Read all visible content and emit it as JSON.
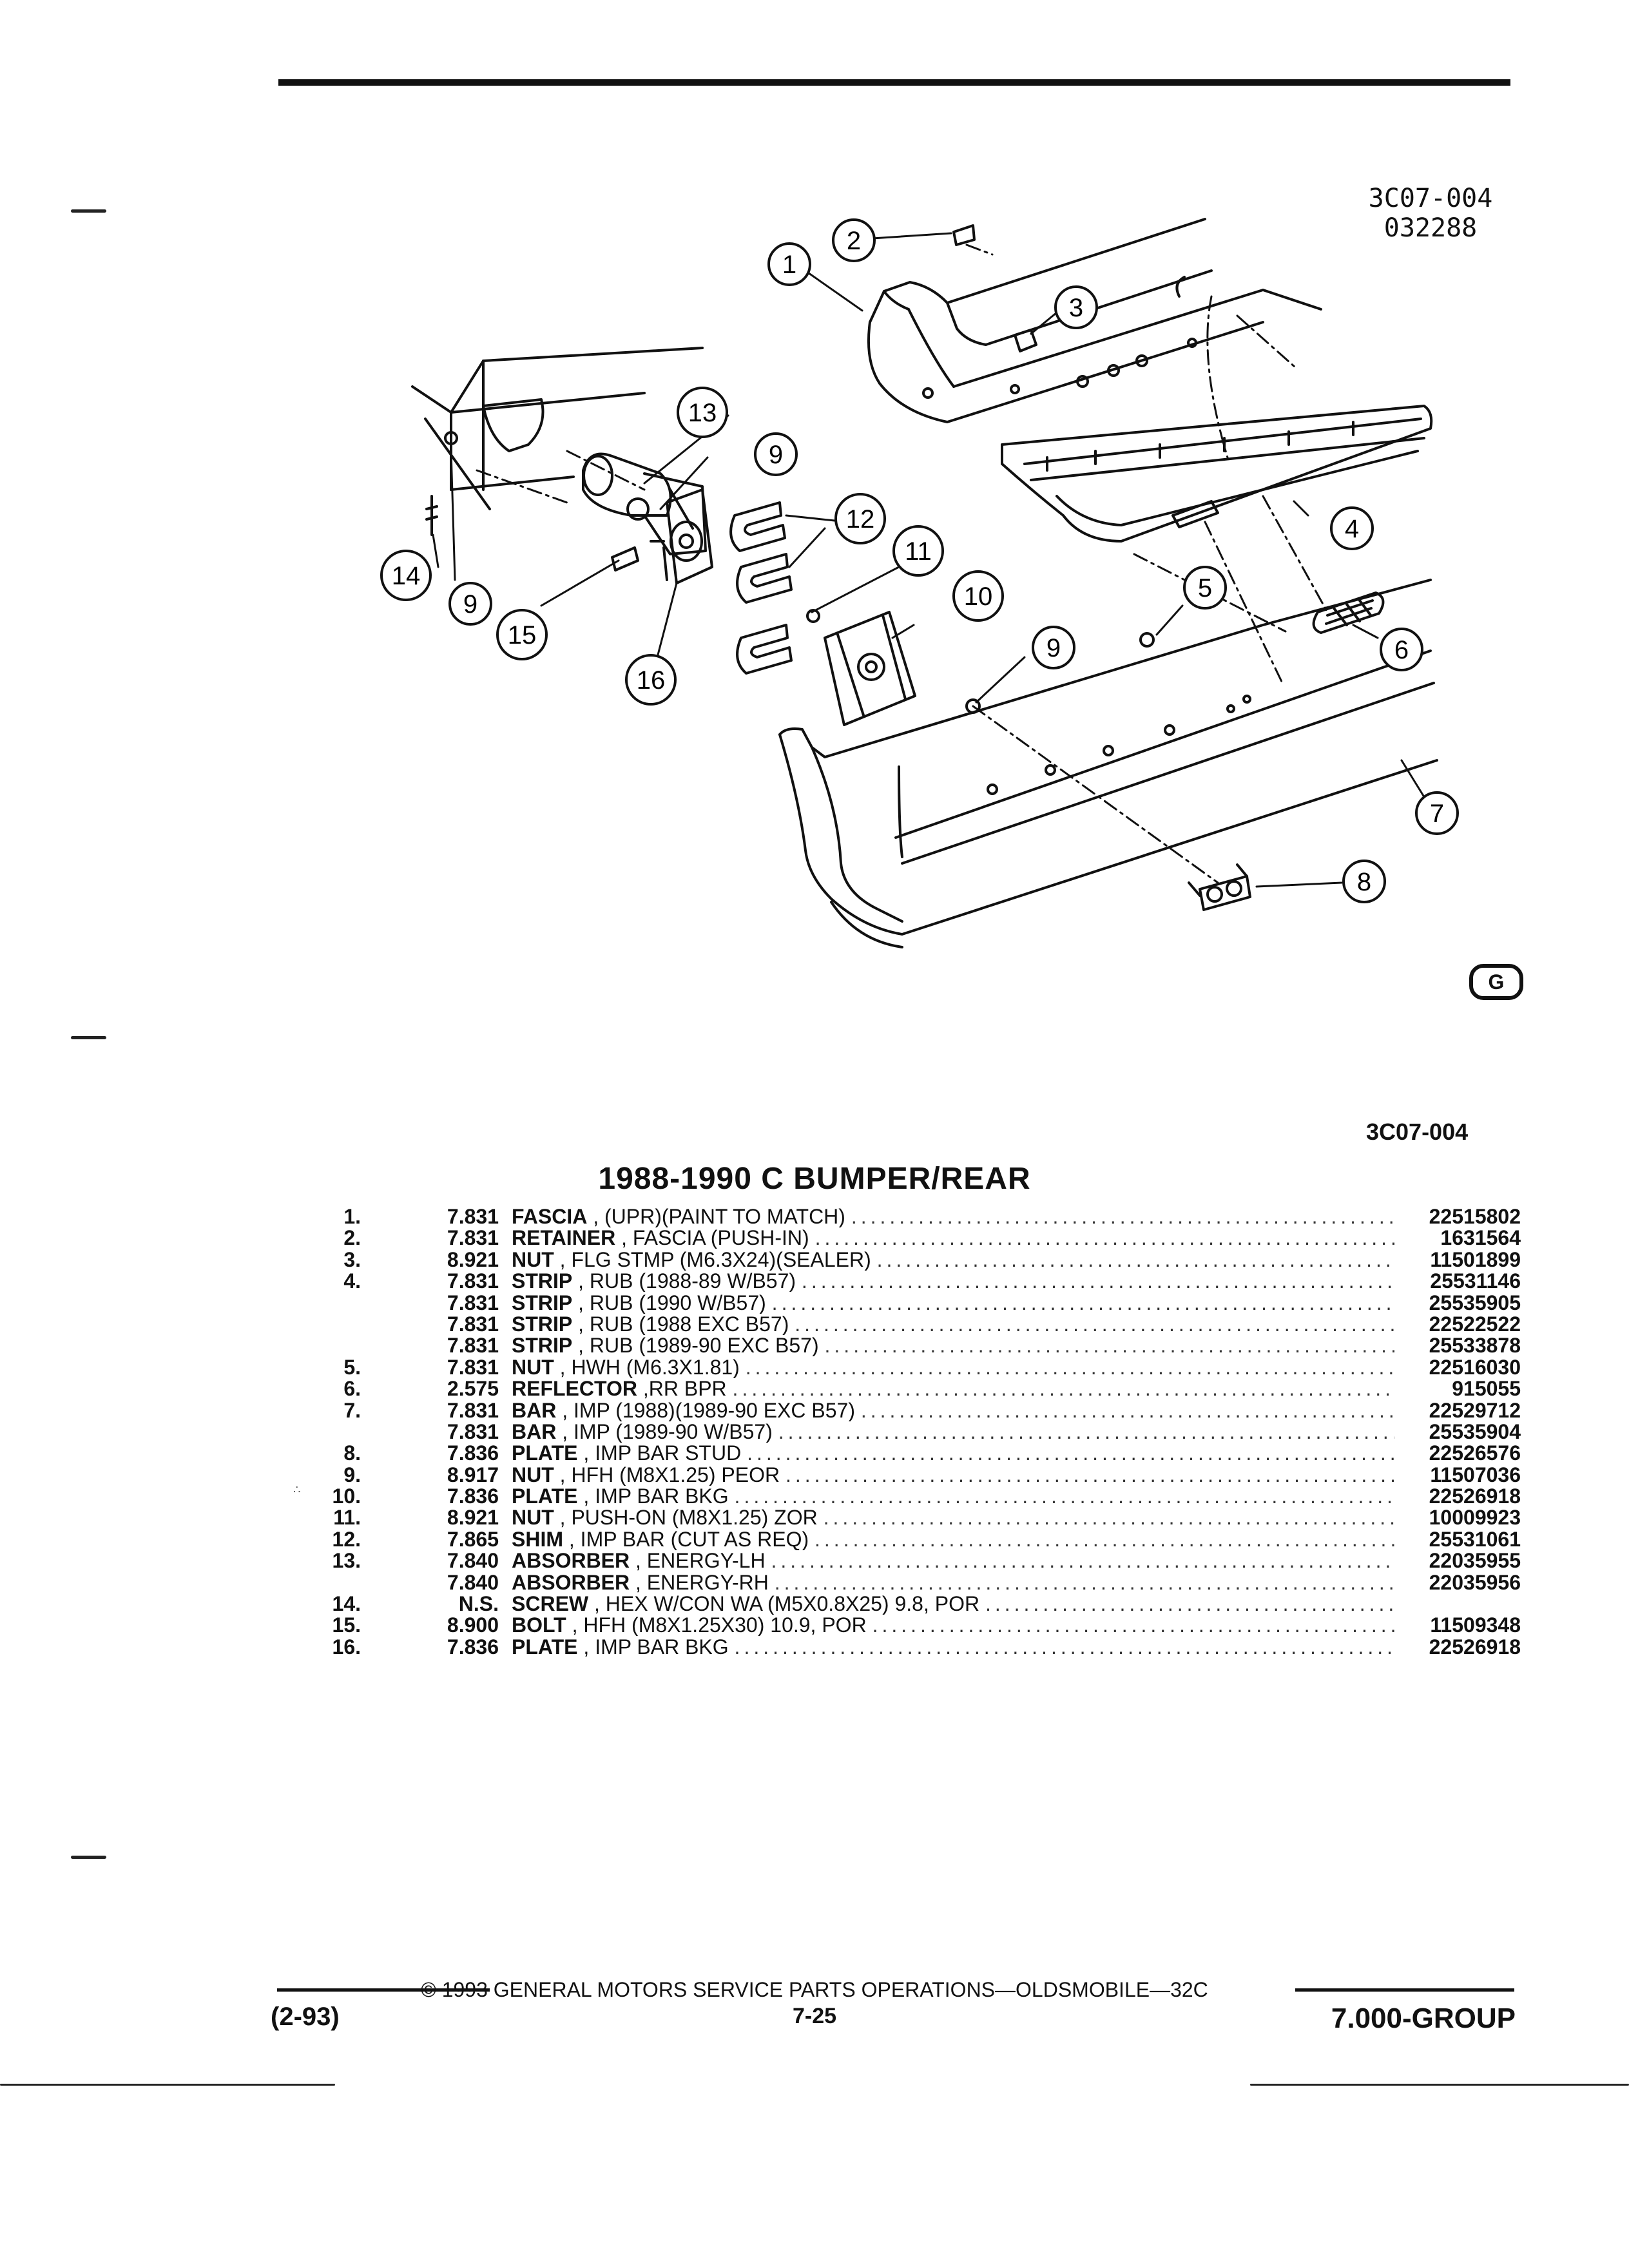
{
  "header": {
    "drawing_code": "3C07-004",
    "drawing_date": "032288"
  },
  "diagram": {
    "callouts": [
      "1",
      "2",
      "3",
      "4",
      "5",
      "6",
      "7",
      "8",
      "9",
      "9",
      "9",
      "10",
      "11",
      "12",
      "13",
      "14",
      "15",
      "16"
    ]
  },
  "logo_mark": "G",
  "ref_code": "3C07-004",
  "title": "1988-1990 C BUMPER/REAR",
  "parts": [
    {
      "num": "1.",
      "code": "7.831",
      "name": "FASCIA",
      "detail": ", (UPR)(PAINT TO MATCH)",
      "pn": "22515802"
    },
    {
      "num": "2.",
      "code": "7.831",
      "name": "RETAINER",
      "detail": ", FASCIA (PUSH-IN)",
      "pn": "1631564"
    },
    {
      "num": "3.",
      "code": "8.921",
      "name": "NUT",
      "detail": ", FLG STMP (M6.3X24)(SEALER)",
      "pn": "11501899"
    },
    {
      "num": "4.",
      "code": "7.831",
      "name": "STRIP",
      "detail": ", RUB (1988-89 W/B57)",
      "pn": "25531146"
    },
    {
      "num": "",
      "code": "7.831",
      "name": "STRIP",
      "detail": ", RUB (1990 W/B57)",
      "pn": "25535905"
    },
    {
      "num": "",
      "code": "7.831",
      "name": "STRIP",
      "detail": ", RUB (1988 EXC B57)",
      "pn": "22522522"
    },
    {
      "num": "",
      "code": "7.831",
      "name": "STRIP",
      "detail": ", RUB (1989-90 EXC B57)",
      "pn": "25533878"
    },
    {
      "num": "5.",
      "code": "7.831",
      "name": "NUT",
      "detail": ", HWH (M6.3X1.81)",
      "pn": "22516030"
    },
    {
      "num": "6.",
      "code": "2.575",
      "name": "REFLECTOR",
      "detail": ",RR BPR",
      "pn": "915055"
    },
    {
      "num": "7.",
      "code": "7.831",
      "name": "BAR",
      "detail": ", IMP (1988)(1989-90 EXC B57)",
      "pn": "22529712"
    },
    {
      "num": "",
      "code": "7.831",
      "name": "BAR",
      "detail": ", IMP (1989-90 W/B57)",
      "pn": "25535904"
    },
    {
      "num": "8.",
      "code": "7.836",
      "name": "PLATE",
      "detail": ", IMP BAR STUD",
      "pn": "22526576"
    },
    {
      "num": "9.",
      "code": "8.917",
      "name": "NUT",
      "detail": ", HFH (M8X1.25) PEOR",
      "pn": "11507036"
    },
    {
      "num": "10.",
      "code": "7.836",
      "name": "PLATE",
      "detail": ", IMP BAR BKG",
      "pn": "22526918"
    },
    {
      "num": "11.",
      "code": "8.921",
      "name": "NUT",
      "detail": ", PUSH-ON (M8X1.25) ZOR",
      "pn": "10009923"
    },
    {
      "num": "12.",
      "code": "7.865",
      "name": "SHIM",
      "detail": ", IMP BAR (CUT AS REQ)",
      "pn": "25531061"
    },
    {
      "num": "13.",
      "code": "7.840",
      "name": "ABSORBER",
      "detail": ", ENERGY-LH",
      "pn": "22035955"
    },
    {
      "num": "",
      "code": "7.840",
      "name": "ABSORBER",
      "detail": ", ENERGY-RH",
      "pn": "22035956"
    },
    {
      "num": "14.",
      "code": "N.S.",
      "name": "SCREW",
      "detail": ", HEX W/CON WA (M5X0.8X25) 9.8, POR",
      "pn": ""
    },
    {
      "num": "15.",
      "code": "8.900",
      "name": "BOLT",
      "detail": ", HFH (M8X1.25X30) 10.9, POR",
      "pn": "11509348"
    },
    {
      "num": "16.",
      "code": "7.836",
      "name": "PLATE",
      "detail": ", IMP BAR BKG",
      "pn": "22526918"
    }
  ],
  "footer": {
    "copyright": "© 1993 GENERAL MOTORS SERVICE PARTS OPERATIONS—OLDSMOBILE—32C",
    "date_code": "(2-93)",
    "page": "7-25",
    "group": "7.000-GROUP"
  }
}
